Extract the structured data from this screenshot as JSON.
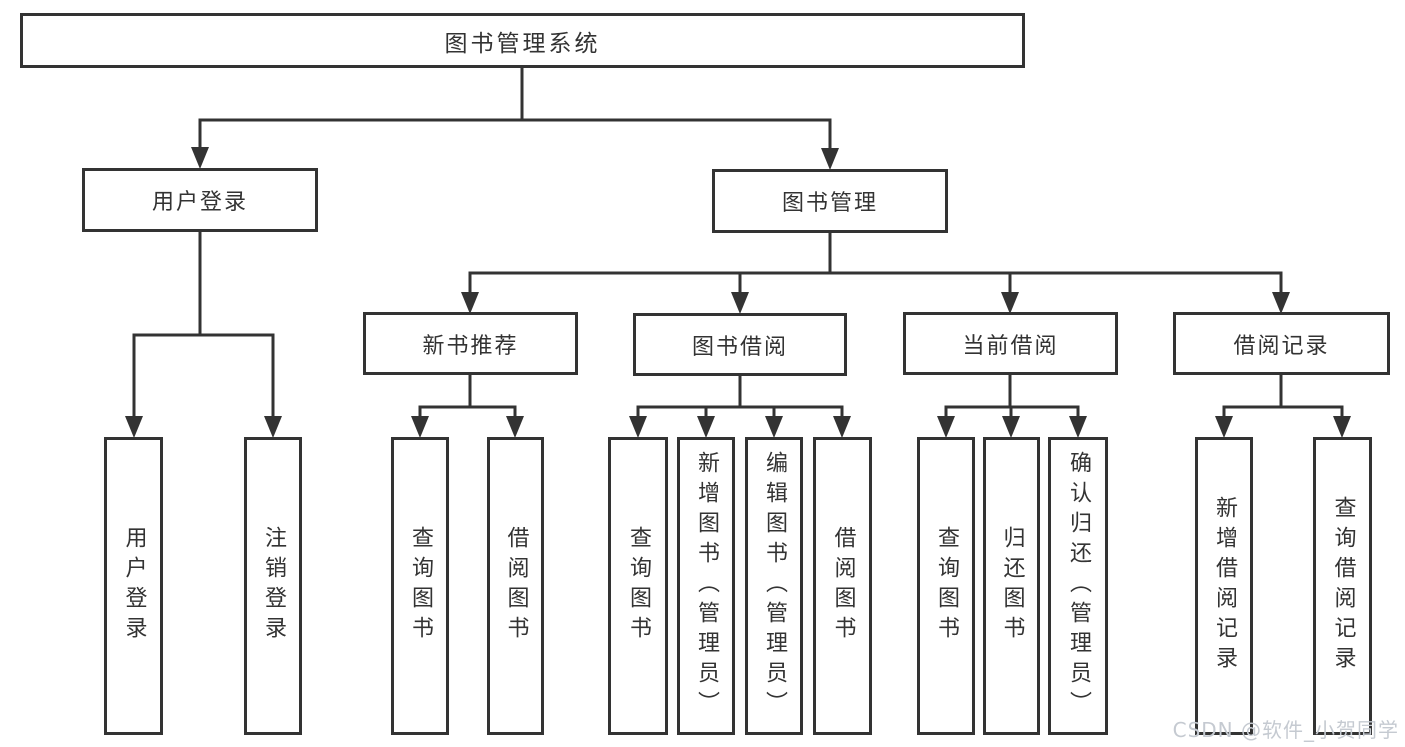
{
  "diagram_title": "图书管理系统",
  "colors": {
    "line": "#333333",
    "box_border": "#333333",
    "text": "#333333",
    "background": "#ffffff",
    "watermark": "#c5cad1"
  },
  "root": {
    "label": "图书管理系统",
    "children": [
      {
        "label": "用户登录",
        "children": [
          {
            "label": "用户登录"
          },
          {
            "label": "注销登录"
          }
        ]
      },
      {
        "label": "图书管理",
        "children": [
          {
            "label": "新书推荐",
            "children": [
              {
                "label": "查询图书"
              },
              {
                "label": "借阅图书"
              }
            ]
          },
          {
            "label": "图书借阅",
            "children": [
              {
                "label": "查询图书"
              },
              {
                "label": "新增图书（管理员）"
              },
              {
                "label": "编辑图书（管理员）"
              },
              {
                "label": "借阅图书"
              }
            ]
          },
          {
            "label": "当前借阅",
            "children": [
              {
                "label": "查询图书"
              },
              {
                "label": "归还图书"
              },
              {
                "label": "确认归还（管理员）"
              }
            ]
          },
          {
            "label": "借阅记录",
            "children": [
              {
                "label": "新增借阅记录"
              },
              {
                "label": "查询借阅记录"
              }
            ]
          }
        ]
      }
    ]
  },
  "watermark": "CSDN @软件_小贺同学"
}
